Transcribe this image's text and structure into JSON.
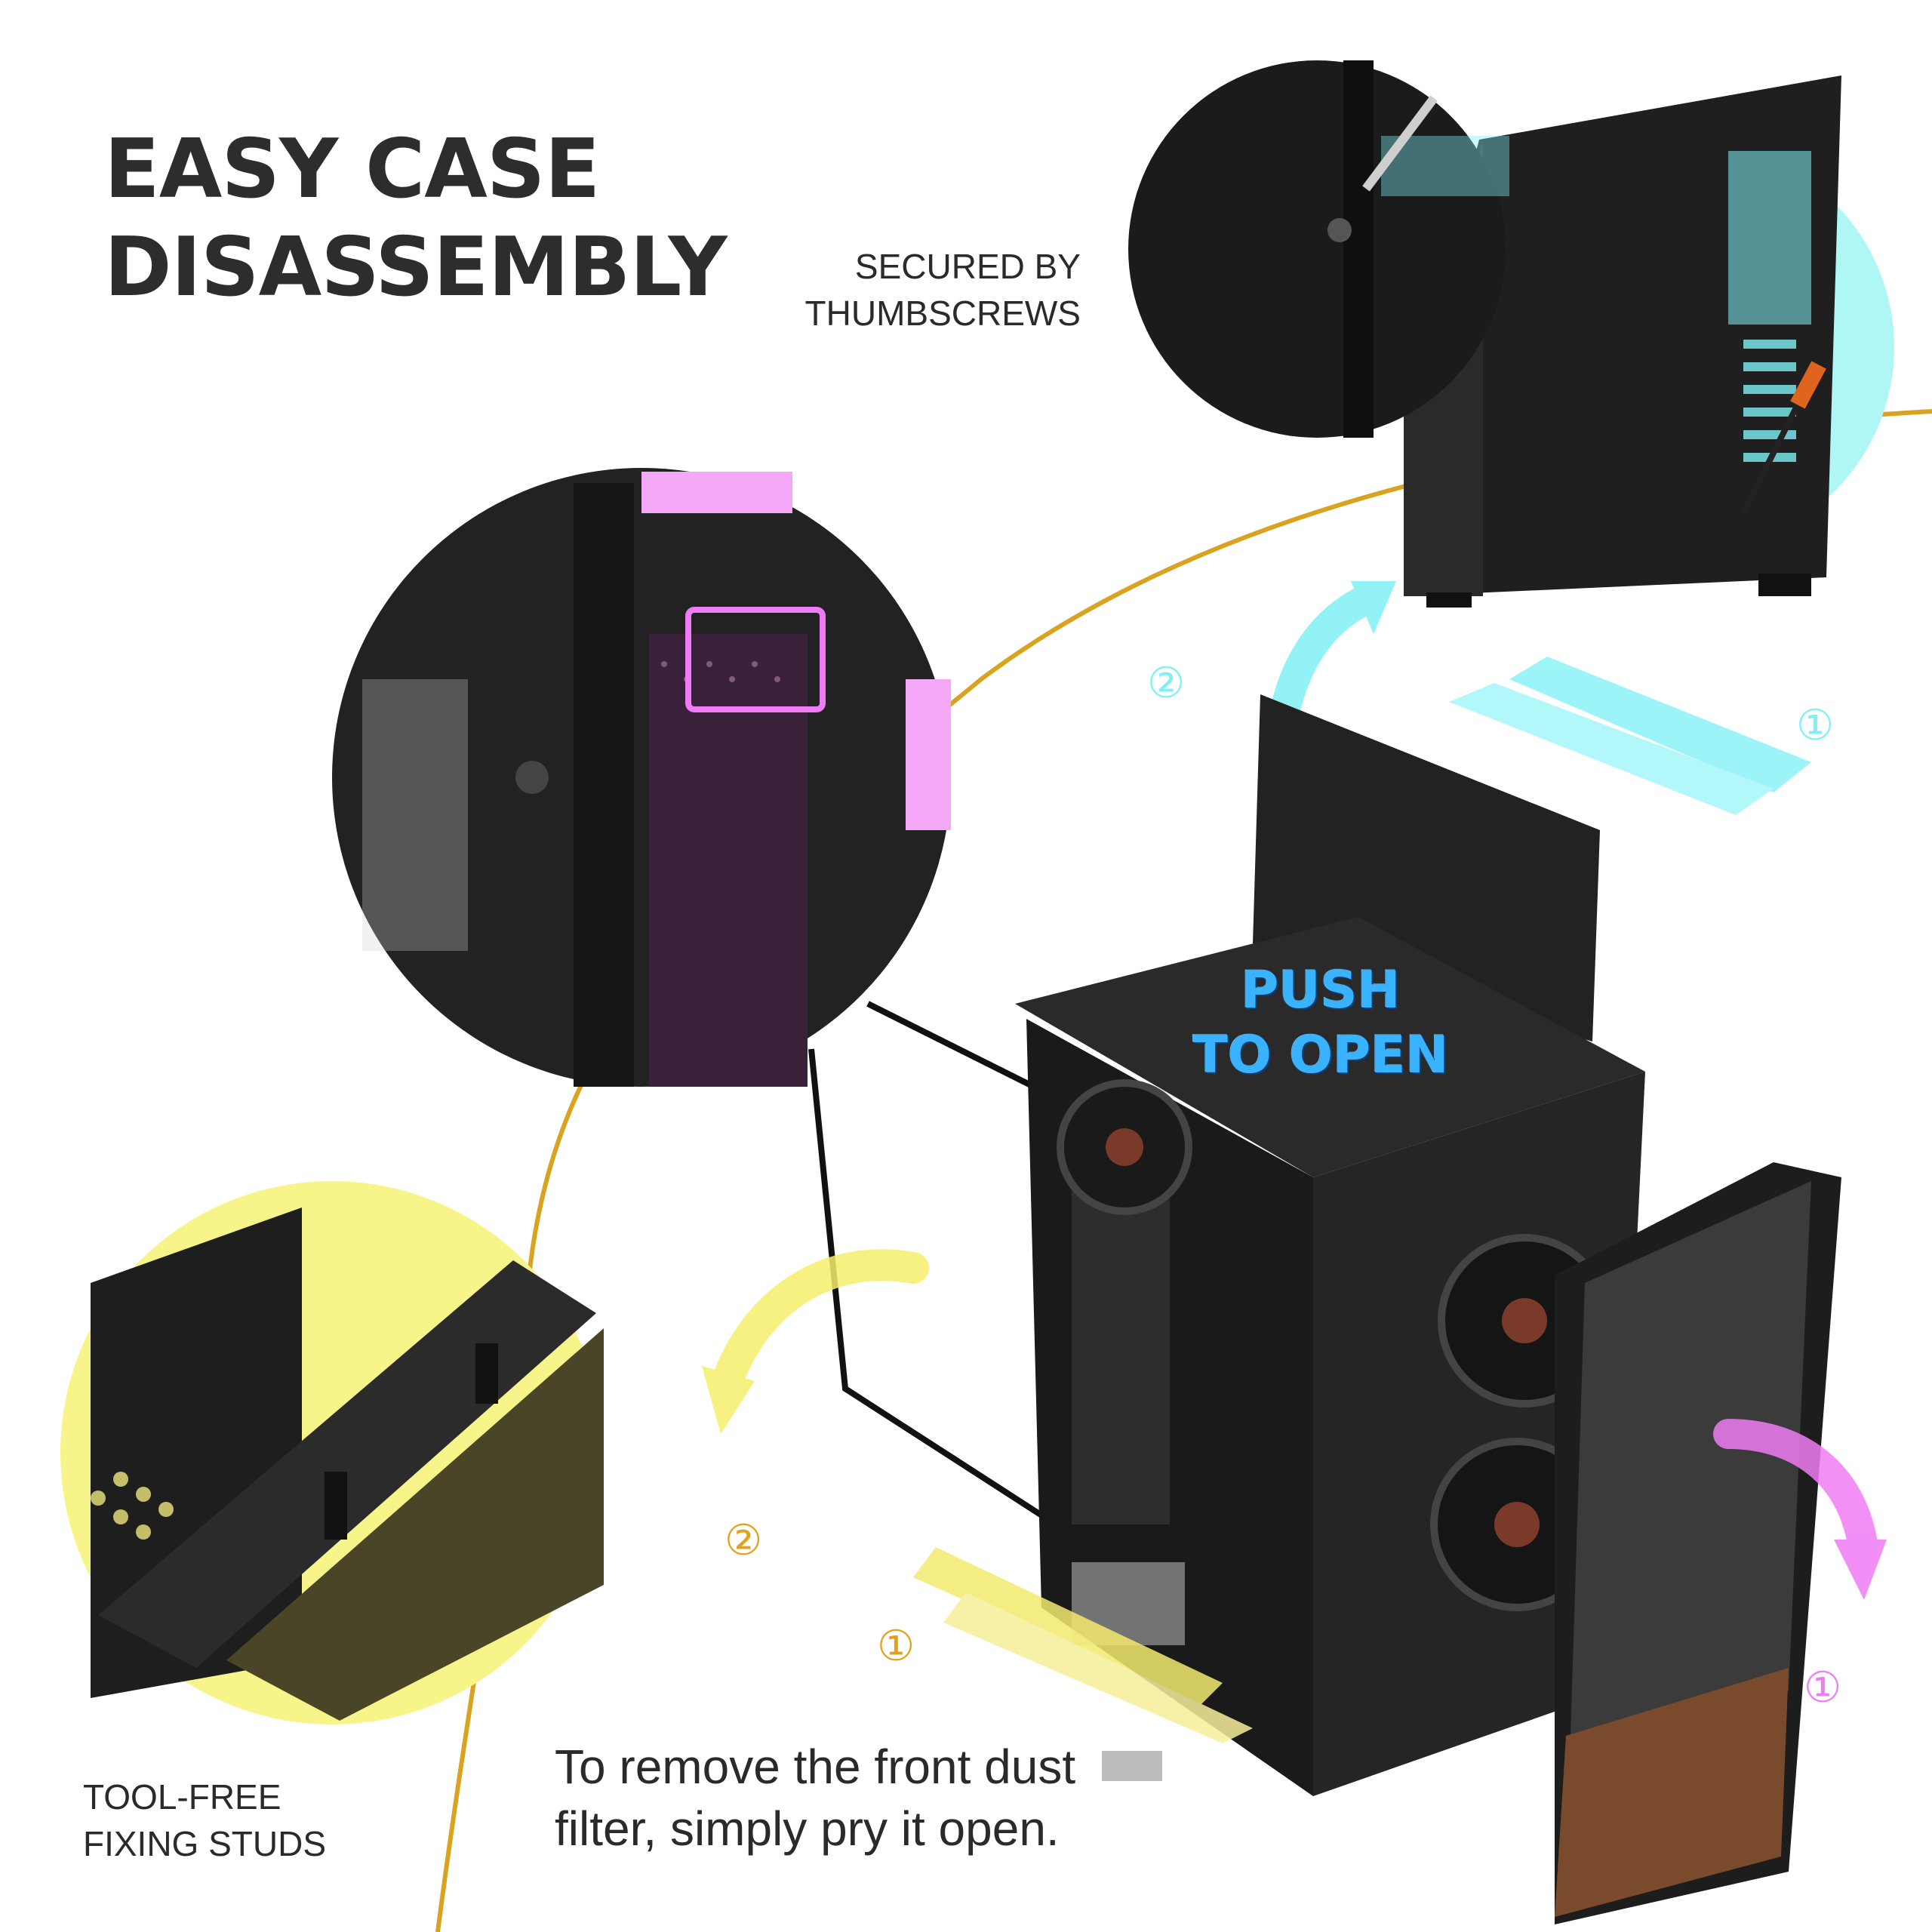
{
  "headline": {
    "line1": "EASY CASE",
    "line2": "DISASSEMBLY"
  },
  "callouts": {
    "thumbscrews": {
      "line1": "SECURED BY",
      "line2": "THUMBSCREWS"
    },
    "studs": {
      "line1": "TOOL-FREE",
      "line2": "FIXING STUDS"
    }
  },
  "overlay": {
    "push_line1": "PUSH",
    "push_line2": "TO OPEN"
  },
  "steps": {
    "top_right_1": "①",
    "top_right_2": "②",
    "left_1": "①",
    "left_2": "②",
    "front_1": "①"
  },
  "description": {
    "line1": "To remove the front dust",
    "line2": "filter, simply pry it open."
  },
  "colors": {
    "accent_cyan": "#7ff0f5",
    "accent_yellow": "#f5ef6a",
    "accent_pink": "#f07cf5",
    "accent_orange": "#e3a21a",
    "connector_gold": "#d9a21f",
    "case_black": "#1c1c1c",
    "wood": "#7a4a2c"
  }
}
